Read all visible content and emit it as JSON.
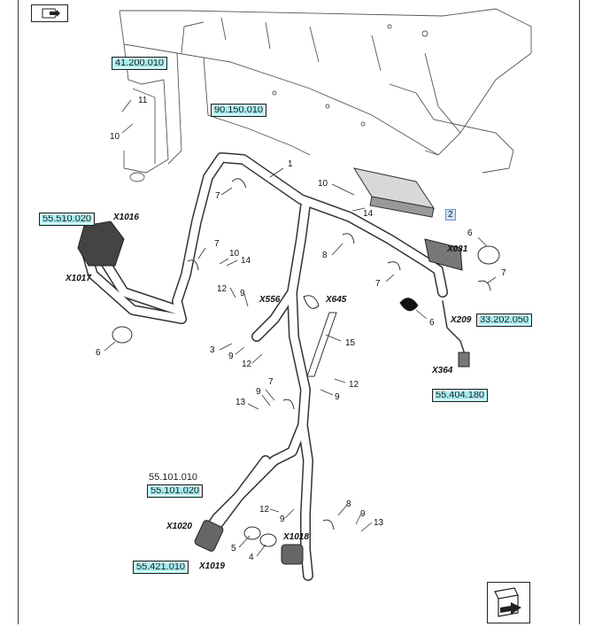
{
  "references": {
    "r41200010": "41.200.010",
    "r90150010": "90.150.010",
    "r55510020": "55.510.020",
    "r33202050": "33.202.050",
    "r55404180": "55.404.180",
    "r55101010": "55.101.010",
    "r55101020": "55.101.020",
    "r55421010": "55.421.010"
  },
  "connectors": {
    "x1016": "X1016",
    "x1017": "X1017",
    "x556": "X556",
    "x645": "X645",
    "x031": "X031",
    "x209": "X209",
    "x364": "X364",
    "x1020": "X1020",
    "x1019": "X1019",
    "x1018": "X1018"
  },
  "item_numbers": {
    "n11": "11",
    "n10a": "10",
    "n1": "1",
    "n10b": "10",
    "n14a": "14",
    "n2": "2",
    "n7a": "7",
    "n7b": "7",
    "n10c": "10",
    "n14b": "14",
    "n8a": "8",
    "n6a": "6",
    "n7c": "7",
    "n7d": "7",
    "n12a": "12",
    "n9a": "9",
    "n6b": "6",
    "n6c": "6",
    "n15": "15",
    "n3": "3",
    "n9b": "9",
    "n12b": "12",
    "n12c": "12",
    "n9c": "9",
    "n9d": "9",
    "n7e": "7",
    "n13a": "13",
    "n12d": "12",
    "n9e": "9",
    "n8b": "8",
    "n9f": "9",
    "n13b": "13",
    "n5": "5",
    "n4": "4"
  },
  "icons": {
    "top_nav": "previous-page-icon",
    "bottom_nav": "next-page-icon"
  }
}
